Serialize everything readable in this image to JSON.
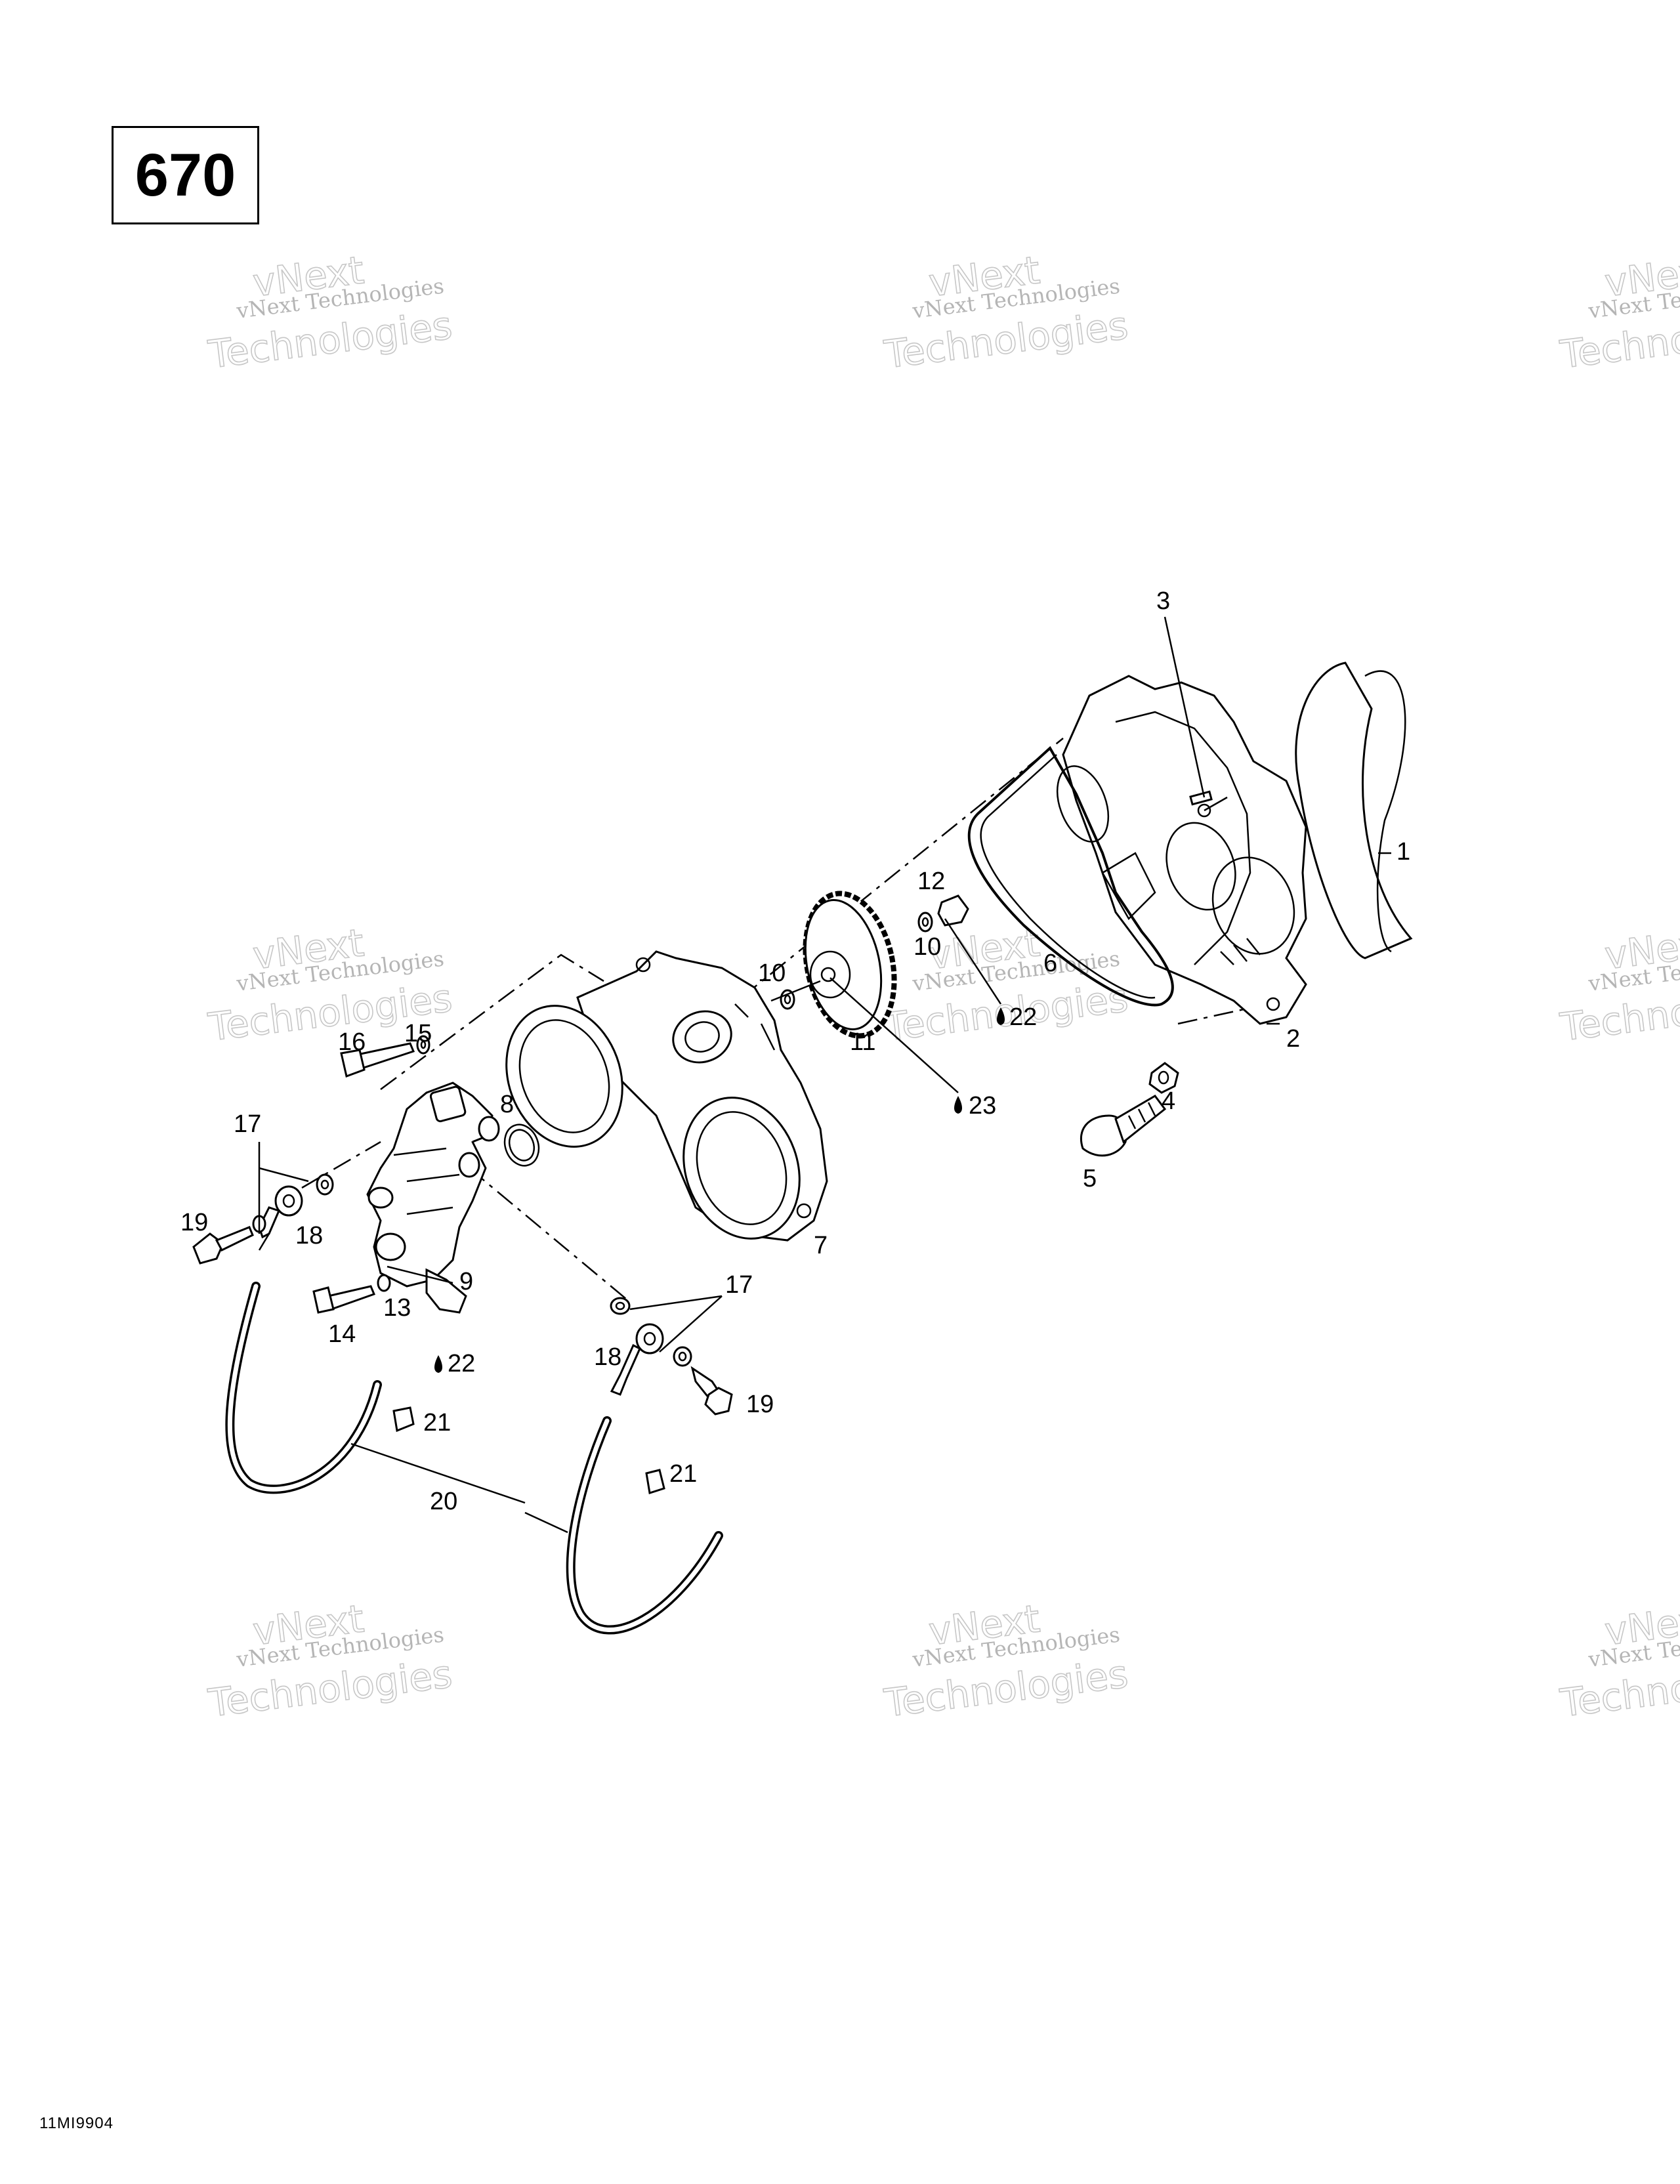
{
  "page_number": "670",
  "footer_code": "11MI9904",
  "watermark": {
    "line1": "vNext",
    "line2": "vNext Technologies",
    "line3": "Technologies"
  },
  "callouts": {
    "c1": "1",
    "c2": "2",
    "c3": "3",
    "c4": "4",
    "c5": "5",
    "c6": "6",
    "c7": "7",
    "c8": "8",
    "c9": "9",
    "c10a": "10",
    "c10b": "10",
    "c11": "11",
    "c12": "12",
    "c13": "13",
    "c14": "14",
    "c15": "15",
    "c16": "16",
    "c17a": "17",
    "c17b": "17",
    "c18a": "18",
    "c18b": "18",
    "c19a": "19",
    "c19b": "19",
    "c20": "20",
    "c21a": "21",
    "c21b": "21",
    "c22a": "22",
    "c22b": "22",
    "c23": "23"
  }
}
